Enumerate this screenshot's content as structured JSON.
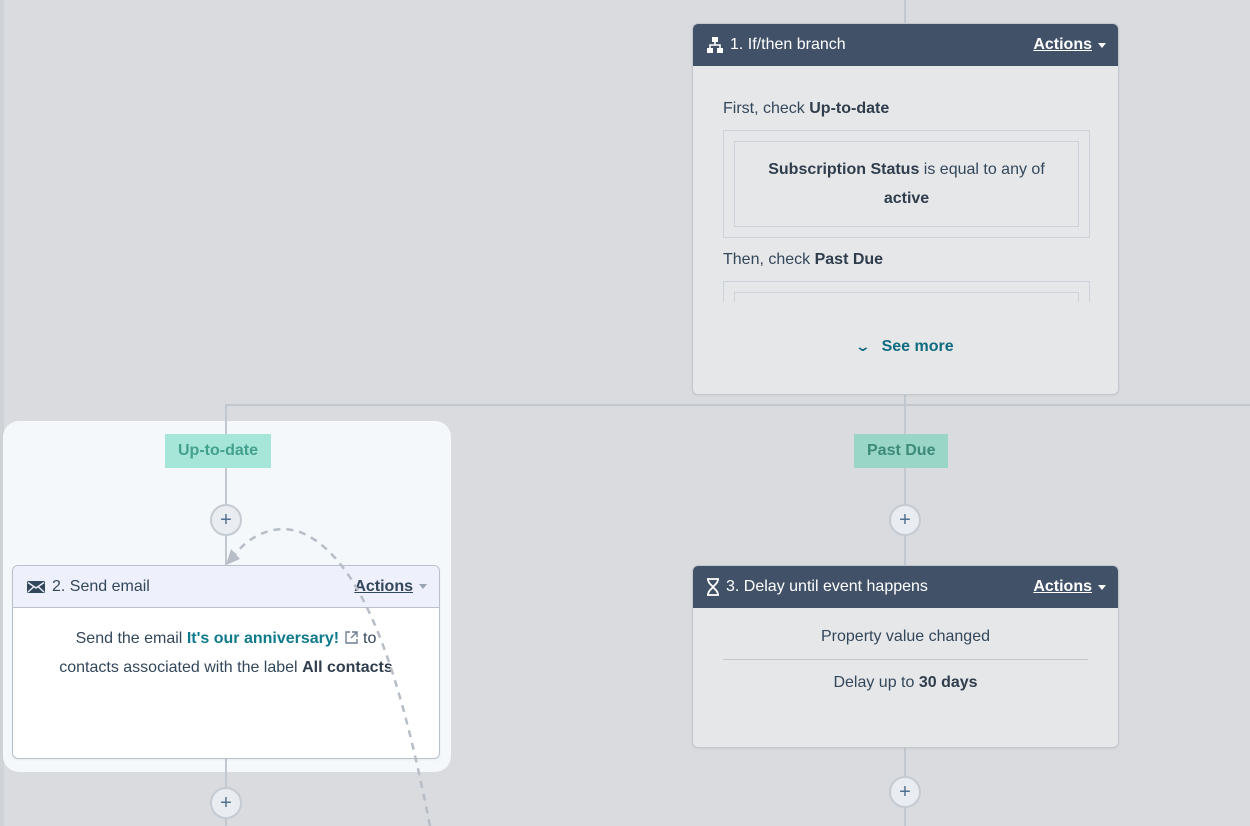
{
  "branch_card": {
    "title": "1. If/then branch",
    "actions_label": "Actions",
    "first_check_prefix": "First, check",
    "first_check_branch": "Up-to-date",
    "condition_property": "Subscription Status",
    "condition_operator": "is equal to any of",
    "condition_value": "active",
    "then_check_prefix": "Then, check",
    "then_check_branch": "Past Due",
    "see_more_label": "See more"
  },
  "tags": {
    "left": "Up-to-date",
    "right": "Past Due"
  },
  "email_card": {
    "title": "2. Send email",
    "actions_label": "Actions",
    "text_prefix": "Send the email",
    "email_name": "It's our anniversary!",
    "text_middle": "to contacts associated with the label",
    "label_name": "All contacts"
  },
  "delay_card": {
    "title": "3. Delay until event happens",
    "actions_label": "Actions",
    "event": "Property value changed",
    "delay_prefix": "Delay up to",
    "delay_value": "30 days"
  },
  "icons": {
    "branch": "branch-icon",
    "email": "envelope-icon",
    "delay": "hourglass-icon",
    "plus": "plus-icon",
    "external": "external-link-icon"
  },
  "colors": {
    "canvas": "#d9dbde",
    "header_dark": "#415268",
    "link": "#0f7a8c",
    "tag": "#a6e6d9"
  }
}
